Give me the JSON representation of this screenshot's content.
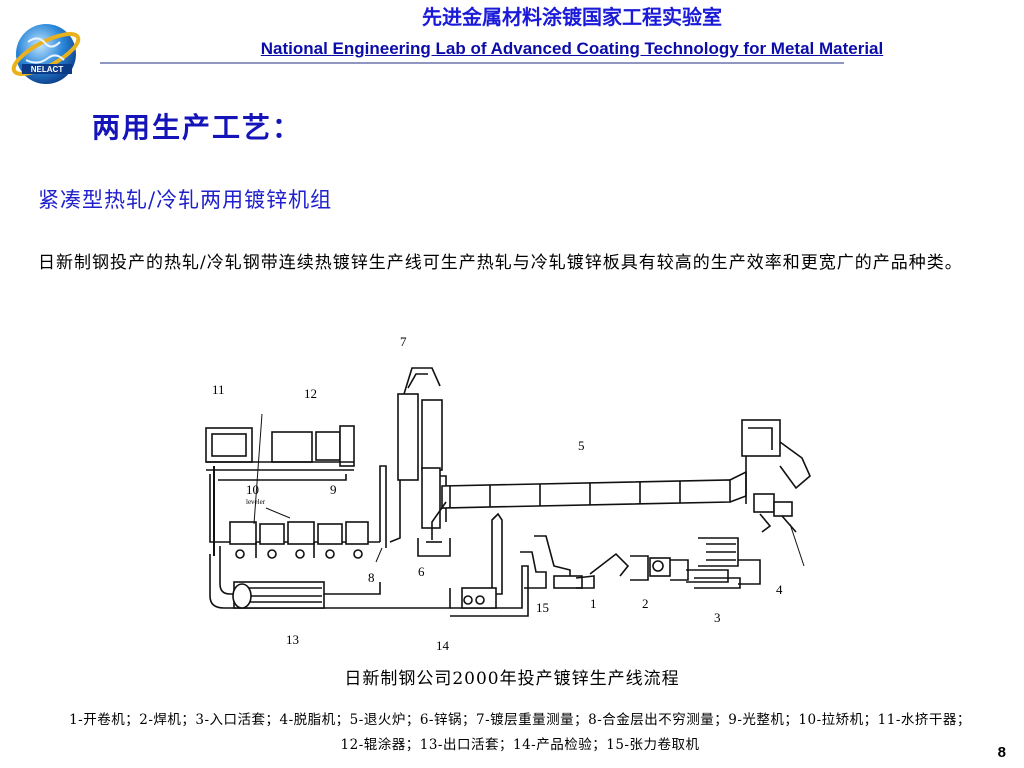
{
  "header": {
    "title_cn": "先进金属材料涂镀国家工程实验室",
    "title_en": "National Engineering Lab of Advanced Coating Technology for Metal Material",
    "logo_text": "NELACT"
  },
  "slide": {
    "title": "两用生产工艺：",
    "subtitle": "紧凑型热轧/冷轧两用镀锌机组",
    "paragraph": "日新制钢投产的热轧/冷轧钢带连续热镀锌生产线可生产热轧与冷轧镀锌板具有较高的生产效率和更宽广的产品种类。",
    "caption": "日新制钢公司2000年投产镀锌生产线流程",
    "legend": "1-开卷机；2-焊机；3-入口活套；4-脱脂机；5-退火炉；6-锌锅；7-镀层重量测量；8-合金层出不穷测量；9-光整机；10-拉矫机；11-水挤干器；12-辊涂器；13-出口活套；14-产品检验；15-张力卷取机",
    "page_number": "8"
  },
  "diagram": {
    "labels": {
      "n1": "1",
      "n2": "2",
      "n3": "3",
      "n4": "4",
      "n5": "5",
      "n6": "6",
      "n7": "7",
      "n8": "8",
      "n9": "9",
      "n10": "10",
      "n11": "11",
      "n12": "12",
      "n13": "13",
      "n14": "14",
      "n15": "15"
    },
    "leveler_text": "leveler"
  }
}
